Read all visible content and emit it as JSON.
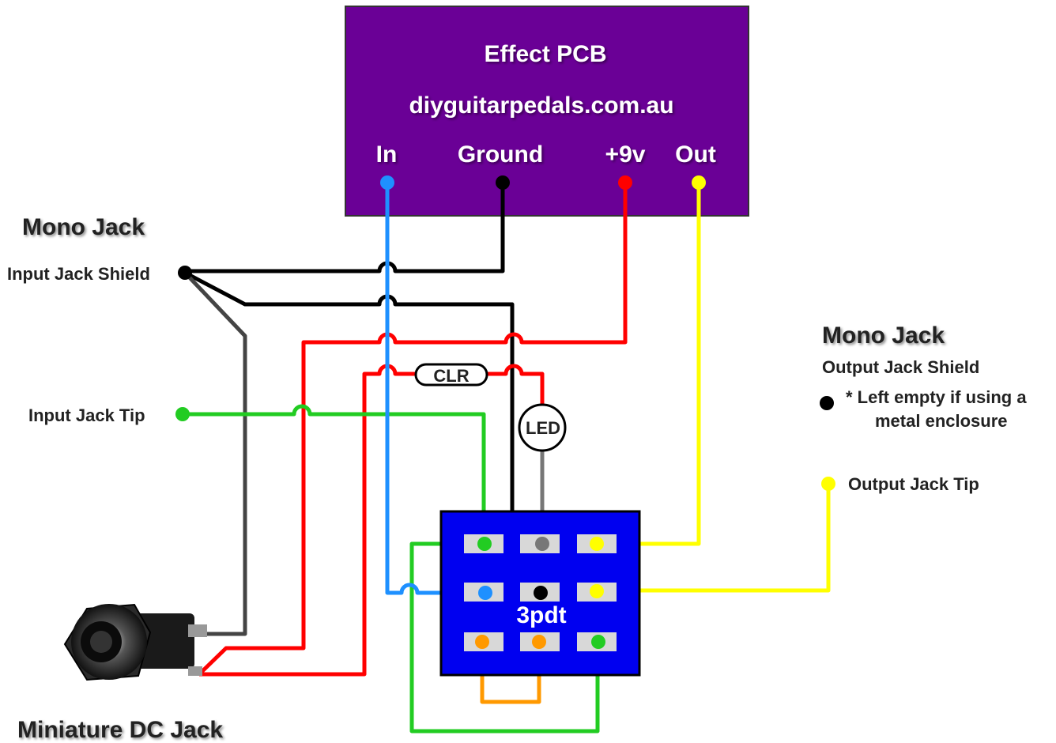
{
  "pcb": {
    "title": "Effect PCB",
    "url": "diyguitarpedals.com.au",
    "pin_in": "In",
    "pin_ground": "Ground",
    "pin_9v": "+9v",
    "pin_out": "Out",
    "color": "#6a0096"
  },
  "input_jack": {
    "heading": "Mono Jack",
    "shield_label": "Input Jack Shield",
    "tip_label": "Input Jack Tip"
  },
  "output_jack": {
    "heading": "Mono Jack",
    "shield_label": "Output Jack Shield",
    "note_line1": "* Left empty if using a",
    "note_line2": "metal enclosure",
    "tip_label": "Output Jack Tip"
  },
  "resistor": {
    "label": "CLR"
  },
  "led": {
    "label": "LED"
  },
  "switch": {
    "label": "3pdt",
    "color": "#0000f0"
  },
  "dc_jack": {
    "label": "Miniature DC Jack"
  },
  "colors": {
    "in_wire": "#1e90ff",
    "ground_wire": "#000000",
    "power_wire": "#ff0000",
    "out_wire": "#ffff00",
    "tip_wire": "#22cc22",
    "led_wire": "#777777",
    "jumper_wire": "#ff9900"
  }
}
